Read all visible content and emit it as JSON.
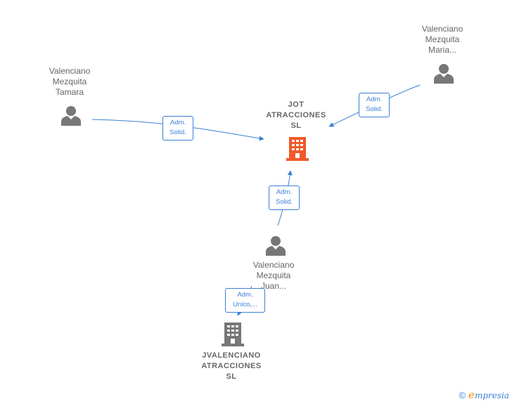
{
  "persons": {
    "tamara": {
      "lines": [
        "Valenciano",
        "Mezquita",
        "Tamara"
      ]
    },
    "maria": {
      "lines": [
        "Valenciano",
        "Mezquita",
        "Maria..."
      ]
    },
    "juan": {
      "lines": [
        "Valenciano",
        "Mezquita",
        "Juan..."
      ]
    }
  },
  "companies": {
    "jot": {
      "lines": [
        "JOT",
        "ATRACCIONES",
        "SL"
      ],
      "color": "#f05a28"
    },
    "jvalenciano": {
      "lines": [
        "JVALENCIANO",
        "ATRACCIONES",
        "SL"
      ],
      "color": "#777777"
    }
  },
  "edges": {
    "tamara_jot": {
      "lines": [
        "Adm.",
        "Solid."
      ]
    },
    "maria_jot": {
      "lines": [
        "Adm.",
        "Solid."
      ]
    },
    "juan_jot": {
      "lines": [
        "Adm.",
        "Solid."
      ]
    },
    "juan_jvalenciano": {
      "lines": [
        "Adm.",
        "Unico,..."
      ]
    }
  },
  "colors": {
    "edge": "#3a7fd5",
    "person_icon": "#777777",
    "label_text": "#666666"
  },
  "watermark": {
    "copyright": "©",
    "brand_first": "e",
    "brand_rest": "mpresia"
  }
}
